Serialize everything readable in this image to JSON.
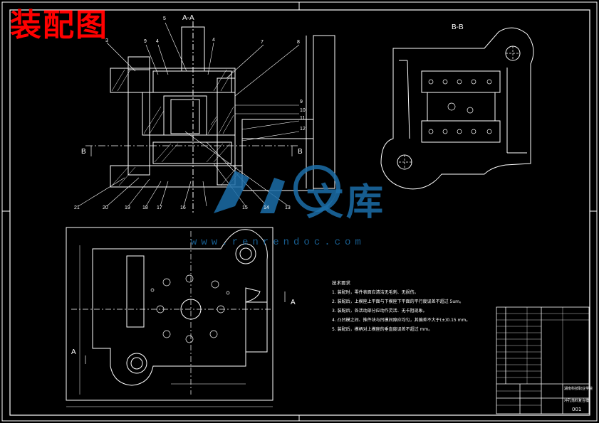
{
  "title": "装配图",
  "view_aa": "A-A",
  "view_bb": "B-B",
  "section_mark_a": "A",
  "section_mark_b": "B",
  "part_numbers_top": [
    "5",
    "3",
    "9",
    "4",
    "4",
    "7",
    "8"
  ],
  "part_numbers_right": [
    "9",
    "10",
    "11",
    "12"
  ],
  "part_numbers_bottom": [
    "21",
    "20",
    "19",
    "18",
    "17",
    "16",
    "15",
    "14",
    "13"
  ],
  "notes": {
    "heading": "技术要求",
    "lines": [
      "1. 装配时，零件表面应清洁无毛刺、无损伤。",
      "2. 装配后，上模座上平面与下模座下平面的平行度误差不超过 5um。",
      "3. 装配后，各活动部分应动作灵活、无卡阻现象。",
      "4. 凸凹模之间、推件块与凹模间隙应均匀，其偏差不大于(±)0.15 mm。",
      "5. 装配后，模柄对上模座的垂直度误差不超过 mm。"
    ]
  },
  "title_block": {
    "school": "湖南科技职业学院",
    "drawing_name": "冲孔落料复合模",
    "drawing_no": "001"
  },
  "watermark": {
    "brand": "文库",
    "url": "www.renrendoc.com"
  },
  "colors": {
    "background": "#000000",
    "line": "#ffffff",
    "title_red": "#ff0000",
    "watermark_blue": "#1c6ea8"
  }
}
